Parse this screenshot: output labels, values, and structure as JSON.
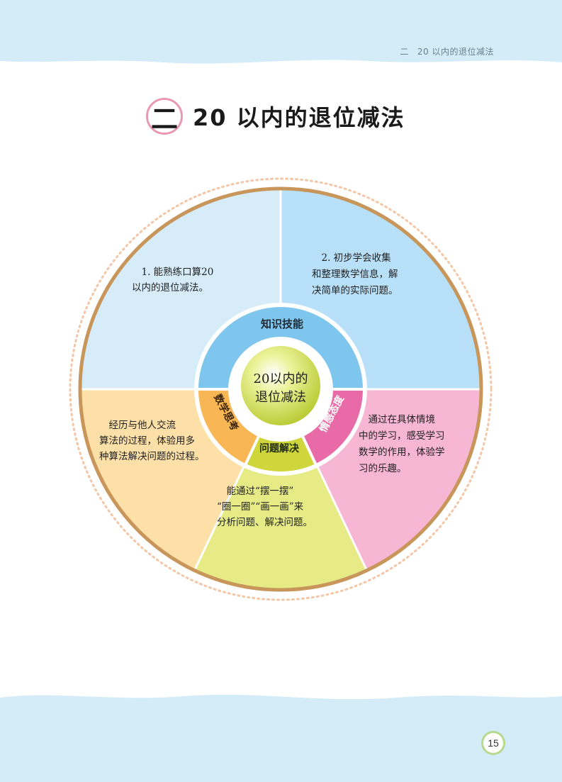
{
  "running_head": {
    "number": "二",
    "title": "20 以内的退位减法"
  },
  "chapter": {
    "number": "二",
    "title": "20 以内的退位减法"
  },
  "center_label": [
    "20以内的",
    "退位减法"
  ],
  "ring_labels": {
    "knowledge": "知识技能",
    "math_thinking": "数学思考",
    "problem_solving": "问题解决",
    "attitude": "情感态度"
  },
  "sections": {
    "knowledge_1": [
      "　1. 能熟练口算20",
      "以内的退位减法。"
    ],
    "knowledge_2": [
      "　2. 初步学会收集",
      "和整理数学信息，解",
      "决简单的实际问题。"
    ],
    "math_thinking": [
      "　经历与他人交流",
      "算法的过程，体验用多",
      "种算法解决问题的过程。"
    ],
    "problem_solving": [
      "　能通过“摆一摆”",
      "“圈一圈”“画一画”来",
      "分析问题、解决问题。"
    ],
    "attitude": [
      "　通过在具体情境",
      "中的学习，感受学习",
      "数学的作用，体验学",
      "习的乐趣。"
    ]
  },
  "page_number": "15",
  "colors": {
    "band": "#d4ecf8",
    "ring_border": "#c8965a",
    "quad_top_left": "#d6ecf9",
    "quad_top_right": "#b8e0f8",
    "quad_left": "#fde0a8",
    "quad_bottom": "#e6eb86",
    "quad_right": "#f6b6d4",
    "inner_knowledge": "#7fc6ef",
    "inner_thinking": "#f9b654",
    "inner_problem": "#cfd63c",
    "inner_attitude": "#e86aa6",
    "center_ball": "#d6e64c"
  }
}
